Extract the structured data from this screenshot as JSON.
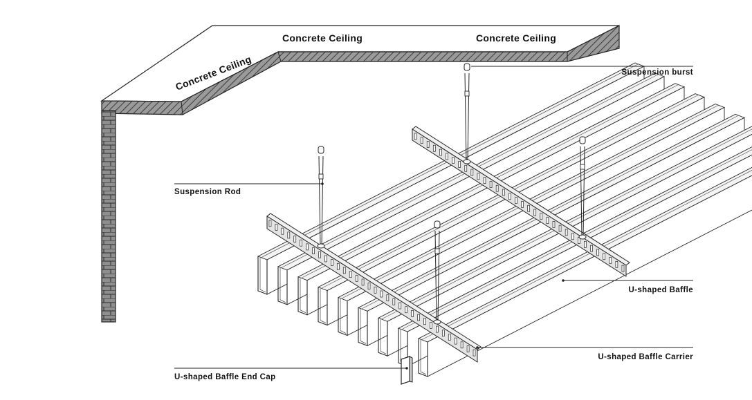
{
  "labels": {
    "ceiling_left": "Concrete Ceiling",
    "ceiling_middle": "Concrete Ceiling",
    "ceiling_right": "Concrete Ceiling",
    "suspension_burst": "Suspension burst",
    "suspension_rod": "Suspension Rod",
    "u_baffle": "U-shaped Baffle",
    "u_baffle_carrier": "U-shaped Baffle Carrier",
    "u_baffle_end_cap": "U-shaped Baffle End Cap"
  }
}
